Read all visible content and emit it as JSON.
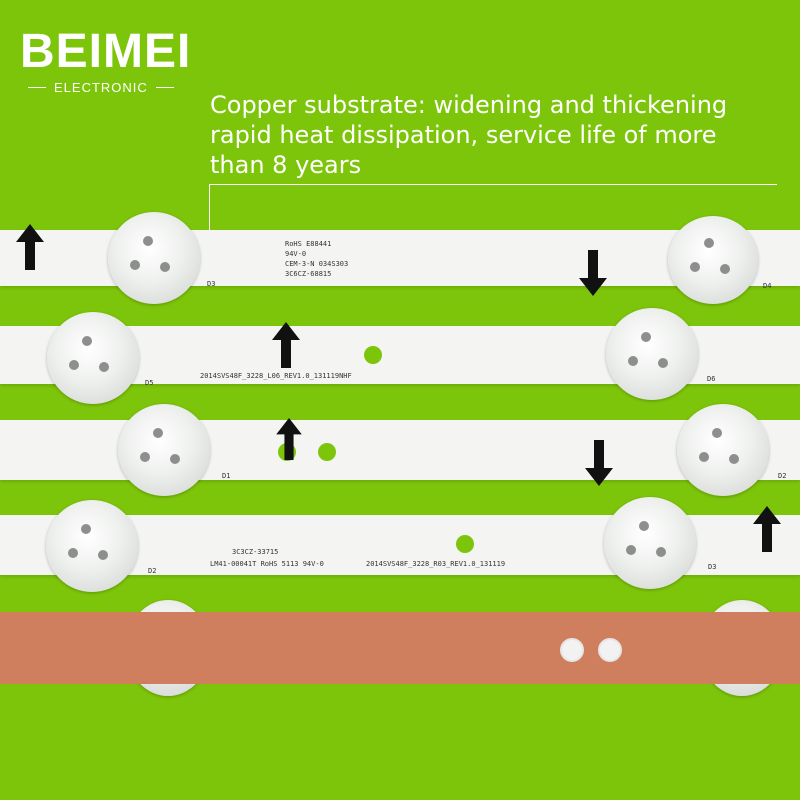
{
  "brand": {
    "name": "BEIMEI",
    "sub": "ELECTRONIC"
  },
  "caption": {
    "line1": "Copper substrate: widening and thickening",
    "line2": "rapid heat dissipation, service life of more",
    "line3": "than 8 years"
  },
  "strips": {
    "s1": {
      "l1": "RoHS E88441",
      "l2": "94V-0",
      "l3": "CEM-3-N 034S303",
      "l4": "3C6CZ-68815",
      "d3": "D3",
      "d4": "D4"
    },
    "s2": {
      "code": "2014SVS48F_3228_L06_REV1.0_131119NHF",
      "d5": "D5",
      "d6": "D6"
    },
    "s3": {
      "d1": "D1",
      "d2": "D2"
    },
    "s4": {
      "l1": "3C3CZ-33715",
      "l2": "LM41-00041T RoHS 5113 94V-0",
      "code": "2014SVS48F_3228_R03_REV1.0_131119",
      "d2": "D2",
      "d3": "D3"
    }
  },
  "colors": {
    "background": "#7dc50a",
    "strip": "#f4f5f2",
    "copper": "#cf7f5e"
  },
  "icons": [
    "arrow-up-icon",
    "arrow-down-icon"
  ]
}
